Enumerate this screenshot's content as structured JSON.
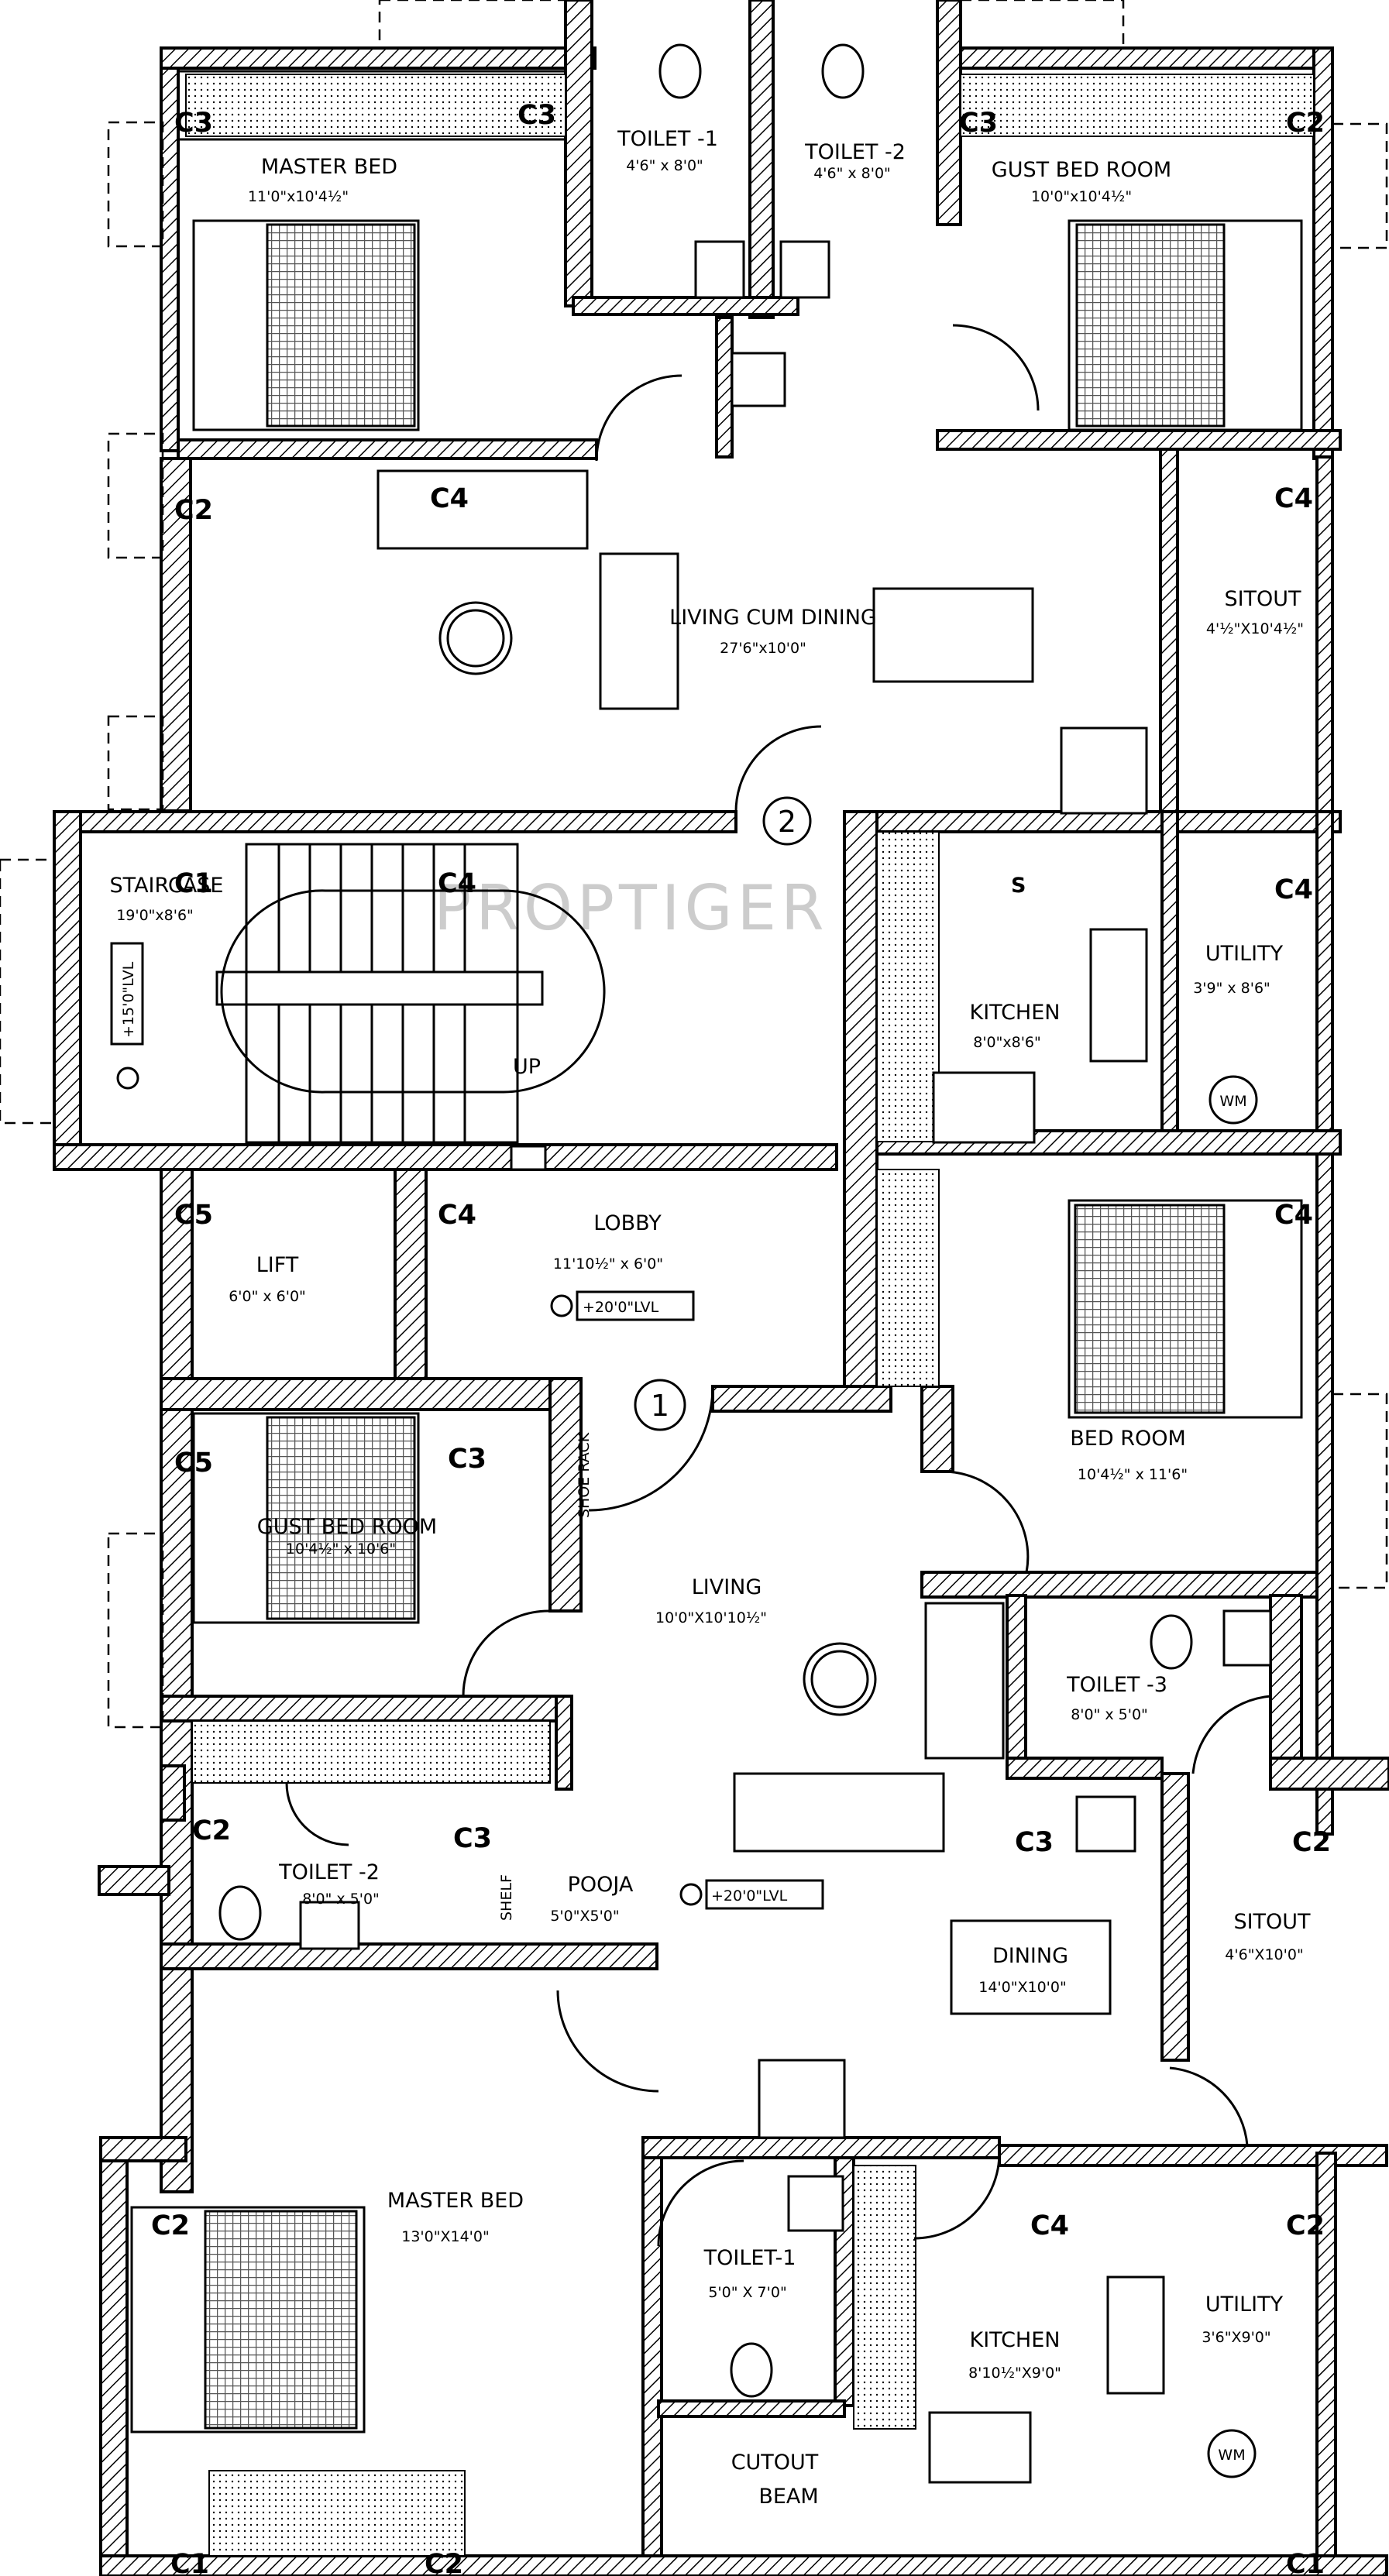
{
  "watermark": "PROPTIGER",
  "rooms": [
    {
      "id": "master-bed-top",
      "name": "MASTER BED",
      "dim": "11'0\"x10'4½\""
    },
    {
      "id": "toilet-1-top",
      "name": "TOILET -1",
      "dim": "4'6\" x 8'0\""
    },
    {
      "id": "toilet-2-top",
      "name": "TOILET -2",
      "dim": "4'6\" x 8'0\""
    },
    {
      "id": "gust-bed-top",
      "name": "GUST BED ROOM",
      "dim": "10'0\"x10'4½\""
    },
    {
      "id": "living-dining-top",
      "name": "LIVING CUM DINING",
      "dim": "27'6\"x10'0\""
    },
    {
      "id": "sitout-top",
      "name": "SITOUT",
      "dim": "4'½\"X10'4½\""
    },
    {
      "id": "staircase",
      "name": "STAIRCASE",
      "dim": "19'0\"x8'6\""
    },
    {
      "id": "kitchen-top",
      "name": "KITCHEN",
      "dim": "8'0\"x8'6\""
    },
    {
      "id": "utility-top",
      "name": "UTILITY",
      "dim": "3'9\" x 8'6\""
    },
    {
      "id": "lift",
      "name": "LIFT",
      "dim": "6'0\" x 6'0\""
    },
    {
      "id": "lobby",
      "name": "LOBBY",
      "dim": "11'10½\" x 6'0\""
    },
    {
      "id": "bed-room",
      "name": "BED ROOM",
      "dim": "10'4½\" x 11'6\""
    },
    {
      "id": "gust-bed-bottom",
      "name": "GUST BED ROOM",
      "dim": "10'4½\" x 10'6\""
    },
    {
      "id": "living-bottom",
      "name": "LIVING",
      "dim": "10'0\"X10'10½\""
    },
    {
      "id": "toilet-3",
      "name": "TOILET -3",
      "dim": "8'0\" x 5'0\""
    },
    {
      "id": "toilet-2-bottom",
      "name": "TOILET -2",
      "dim": "8'0\" x 5'0\""
    },
    {
      "id": "pooja",
      "name": "POOJA",
      "dim": "5'0\"X5'0\""
    },
    {
      "id": "dining",
      "name": "DINING",
      "dim": "14'0\"X10'0\""
    },
    {
      "id": "sitout-bottom",
      "name": "SITOUT",
      "dim": "4'6\"X10'0\""
    },
    {
      "id": "master-bed-bottom",
      "name": "MASTER BED",
      "dim": "13'0\"X14'0\""
    },
    {
      "id": "toilet-1-bottom",
      "name": "TOILET-1",
      "dim": "5'0\" X 7'0\""
    },
    {
      "id": "kitchen-bottom",
      "name": "KITCHEN",
      "dim": "8'10½\"X9'0\""
    },
    {
      "id": "utility-bottom",
      "name": "UTILITY",
      "dim": "3'6\"X9'0\""
    }
  ],
  "levels": {
    "stair": "+15'0\"LVL",
    "lobby": "+20'0\"LVL",
    "dining": "+20'0\"LVL"
  },
  "labels": {
    "up": "UP",
    "s": "S",
    "shelf": "SHELF",
    "shoe_rack": "SHOE RACK",
    "cutout_1": "CUTOUT",
    "cutout_2": "BEAM",
    "wm": "WM",
    "flat_1": "1",
    "flat_2": "2"
  },
  "window_codes": {
    "c1": "C1",
    "c2": "C2",
    "c3": "C3",
    "c4": "C4",
    "c5": "C5"
  }
}
